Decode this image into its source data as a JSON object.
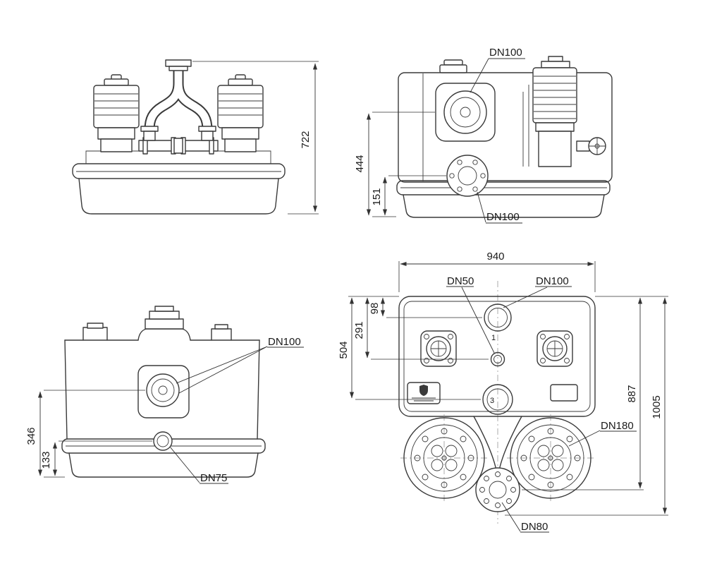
{
  "colors": {
    "background": "#ffffff",
    "line": "#3a3a3a",
    "dimension": "#333333",
    "text": "#1a1a1a"
  },
  "views": {
    "front_upper": {
      "dim_overall_height": "722"
    },
    "side": {
      "inlet_label": "DN100",
      "dim_inlet_center_height": "444",
      "dim_outlet_center_height": "151",
      "outlet_label": "DN100"
    },
    "front_lower": {
      "large_port_label": "DN100",
      "dim_large_port_height": "346",
      "dim_small_port_height": "133",
      "small_port_label": "DN75"
    },
    "plan": {
      "dim_width": "940",
      "dn50_label": "DN50",
      "dn100_label": "DN100",
      "dim_dn100_offset": "98",
      "dim_dn50_offset": "291",
      "dim_port3_offset": "504",
      "dim_dn80_offset": "887",
      "dim_overall_length": "1005",
      "dn180_label": "DN180",
      "dn80_label": "DN80",
      "port_mark_1": "1",
      "port_mark_3": "3"
    }
  }
}
